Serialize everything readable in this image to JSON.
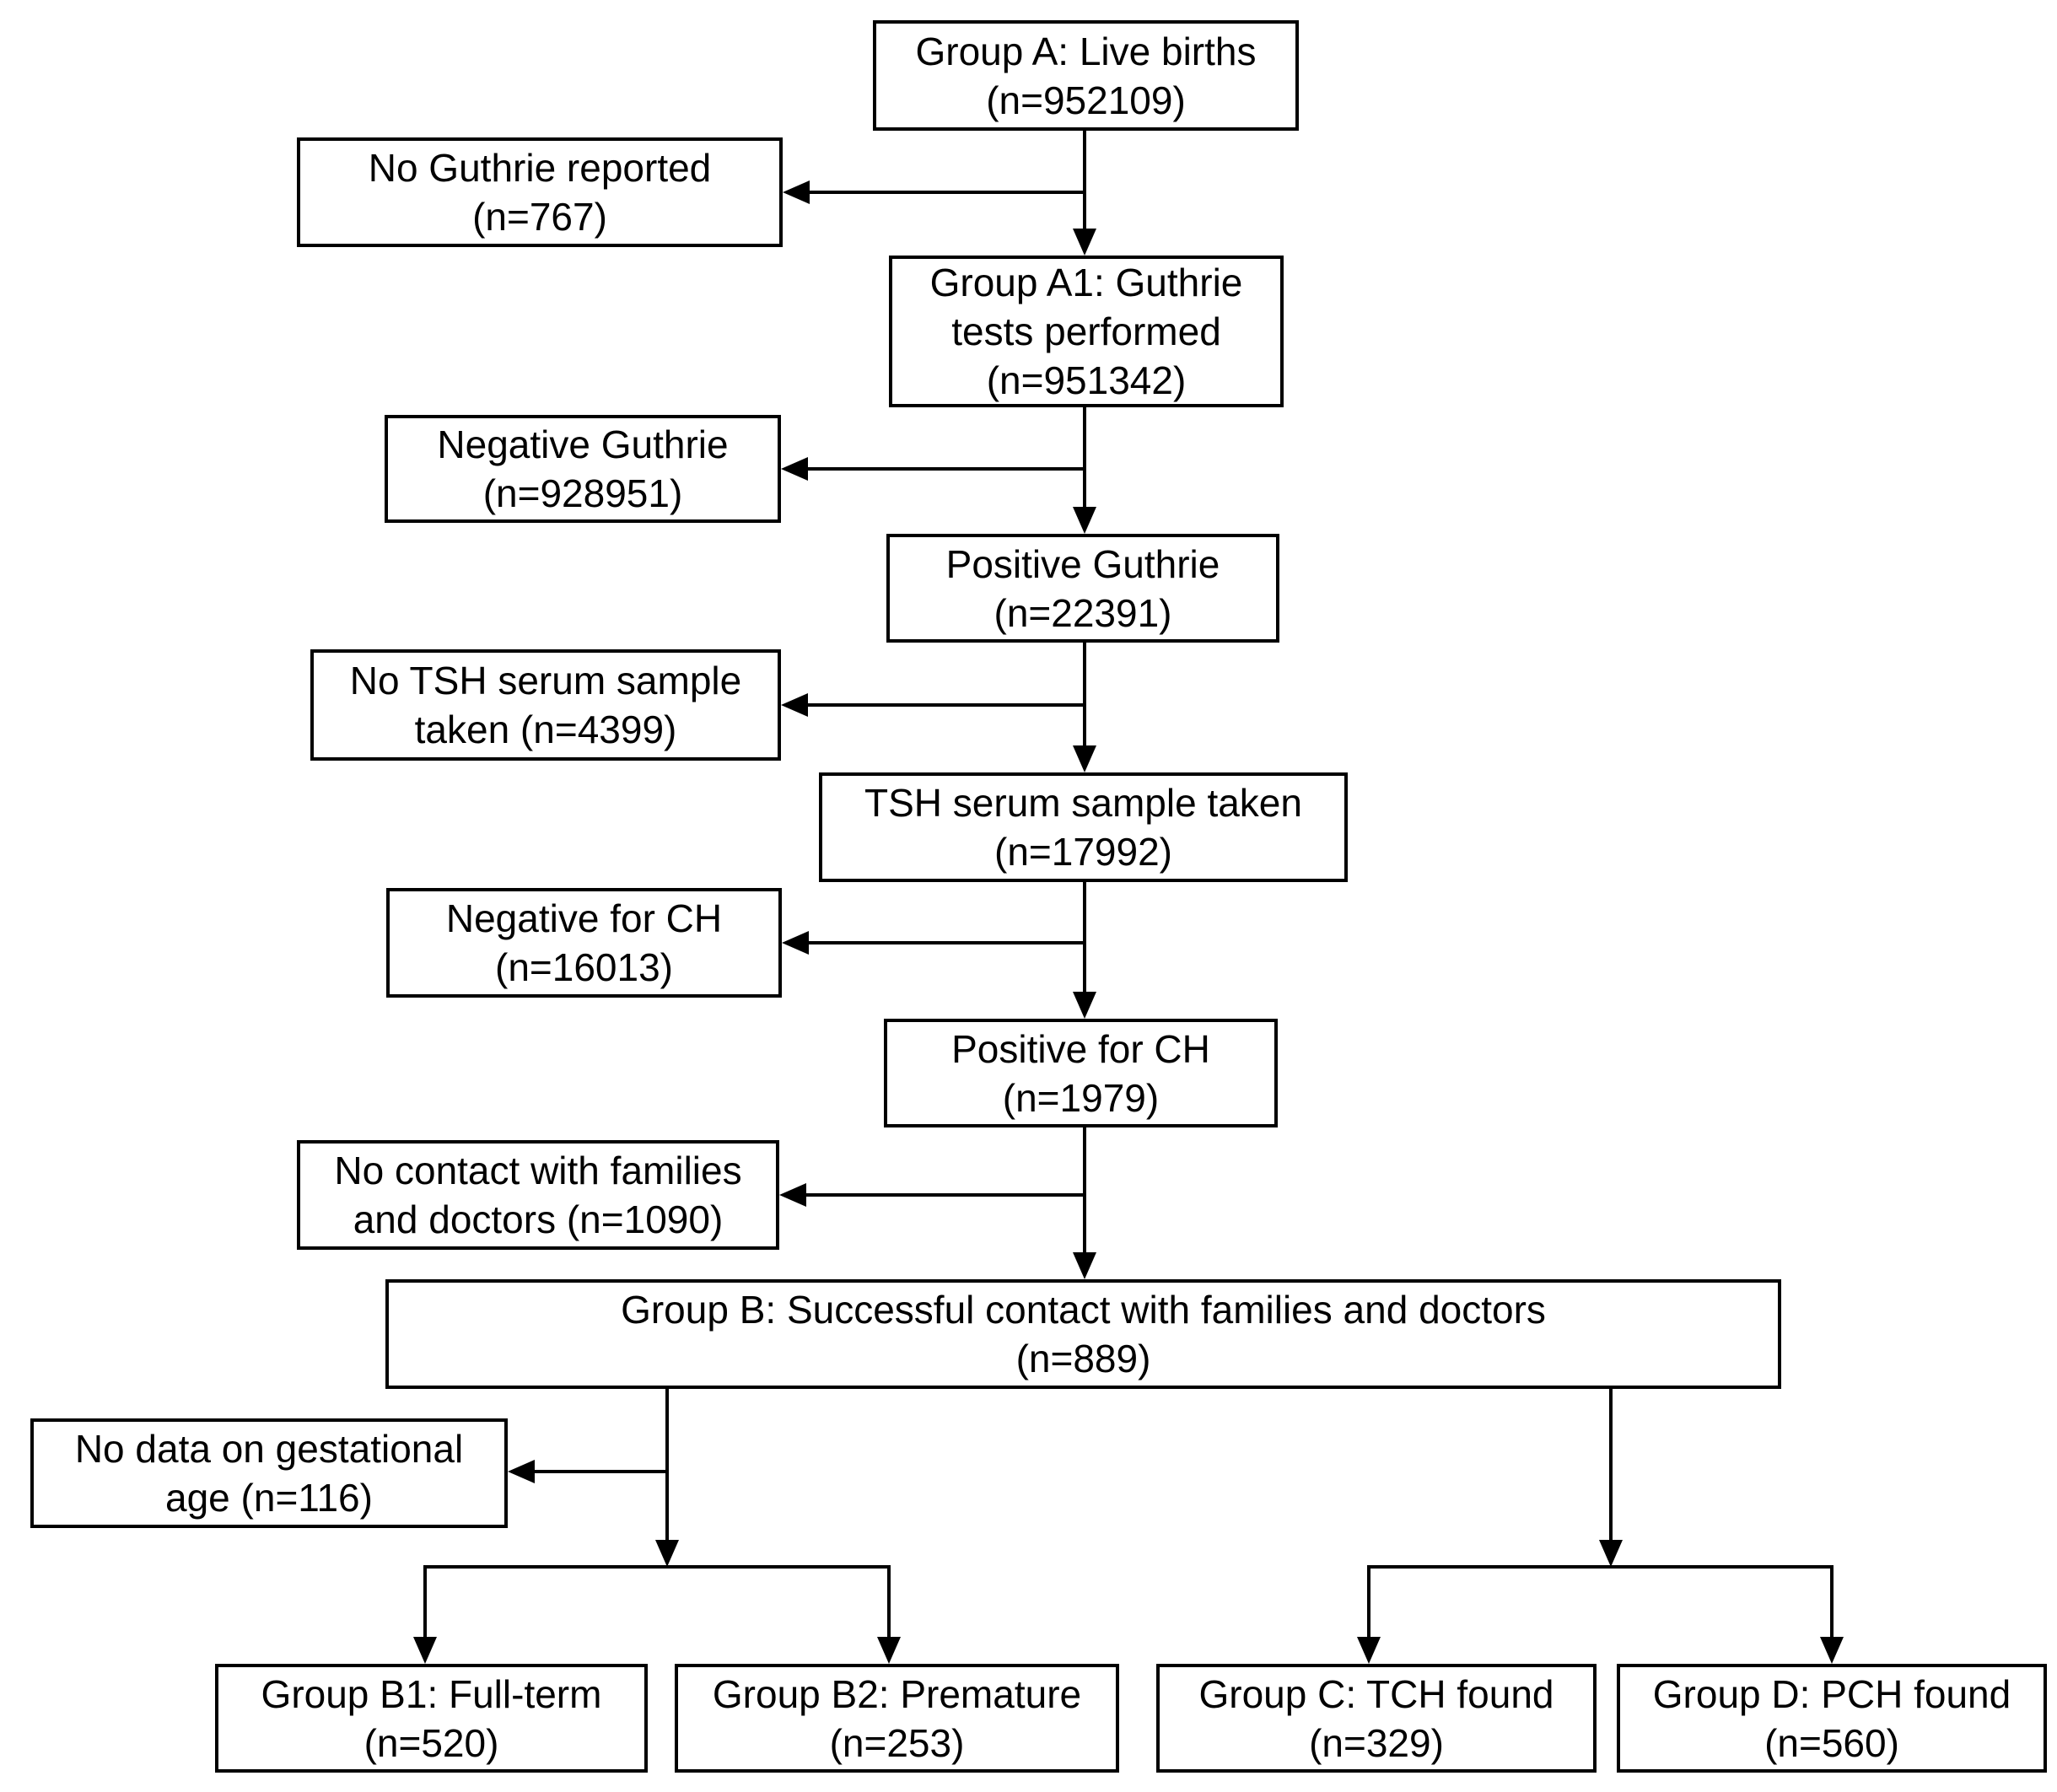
{
  "diagram": {
    "kind": "study-flowchart",
    "background_color": "#ffffff",
    "box_border_color": "#000000",
    "line_color": "#000000",
    "text_color": "#000000"
  },
  "nodes": {
    "group_a": {
      "label_lines": [
        "Group A: Live births",
        "(n=952109)"
      ],
      "n": "952109"
    },
    "no_guthrie": {
      "label_lines": [
        "No Guthrie reported",
        "(n=767)"
      ],
      "n": "767"
    },
    "group_a1": {
      "label_lines": [
        "Group A1: Guthrie",
        "tests performed",
        "(n=951342)"
      ],
      "n": "951342"
    },
    "negative_guthrie": {
      "label_lines": [
        "Negative Guthrie",
        "(n=928951)"
      ],
      "n": "928951"
    },
    "positive_guthrie": {
      "label_lines": [
        "Positive Guthrie",
        "(n=22391)"
      ],
      "n": "22391"
    },
    "no_tsh": {
      "label_lines": [
        "No TSH serum sample",
        "taken (n=4399)"
      ],
      "n": "4399"
    },
    "tsh_taken": {
      "label_lines": [
        "TSH serum sample taken",
        "(n=17992)"
      ],
      "n": "17992"
    },
    "negative_ch": {
      "label_lines": [
        "Negative for CH",
        "(n=16013)"
      ],
      "n": "16013"
    },
    "positive_ch": {
      "label_lines": [
        "Positive for CH",
        "(n=1979)"
      ],
      "n": "1979"
    },
    "no_contact": {
      "label_lines": [
        "No contact with families",
        "and doctors (n=1090)"
      ],
      "n": "1090"
    },
    "group_b": {
      "label_lines": [
        "Group B: Successful contact with families and doctors",
        "(n=889)"
      ],
      "n": "889"
    },
    "no_gestational": {
      "label_lines": [
        "No data on gestational",
        "age (n=116)"
      ],
      "n": "116"
    },
    "group_b1": {
      "label_lines": [
        "Group B1: Full-term",
        "(n=520)"
      ],
      "n": "520"
    },
    "group_b2": {
      "label_lines": [
        "Group B2: Premature",
        "(n=253)"
      ],
      "n": "253"
    },
    "group_c": {
      "label_lines": [
        "Group C: TCH found",
        "(n=329)"
      ],
      "n": "329"
    },
    "group_d": {
      "label_lines": [
        "Group D: PCH found",
        "(n=560)"
      ],
      "n": "560"
    }
  },
  "edges": [
    {
      "from": "group_a",
      "to": "no_guthrie"
    },
    {
      "from": "group_a",
      "to": "group_a1"
    },
    {
      "from": "group_a1",
      "to": "negative_guthrie"
    },
    {
      "from": "group_a1",
      "to": "positive_guthrie"
    },
    {
      "from": "positive_guthrie",
      "to": "no_tsh"
    },
    {
      "from": "positive_guthrie",
      "to": "tsh_taken"
    },
    {
      "from": "tsh_taken",
      "to": "negative_ch"
    },
    {
      "from": "tsh_taken",
      "to": "positive_ch"
    },
    {
      "from": "positive_ch",
      "to": "no_contact"
    },
    {
      "from": "positive_ch",
      "to": "group_b"
    },
    {
      "from": "group_b",
      "to": "no_gestational"
    },
    {
      "from": "group_b",
      "to": "group_b1"
    },
    {
      "from": "group_b",
      "to": "group_b2"
    },
    {
      "from": "group_b",
      "to": "group_c"
    },
    {
      "from": "group_b",
      "to": "group_d"
    }
  ]
}
